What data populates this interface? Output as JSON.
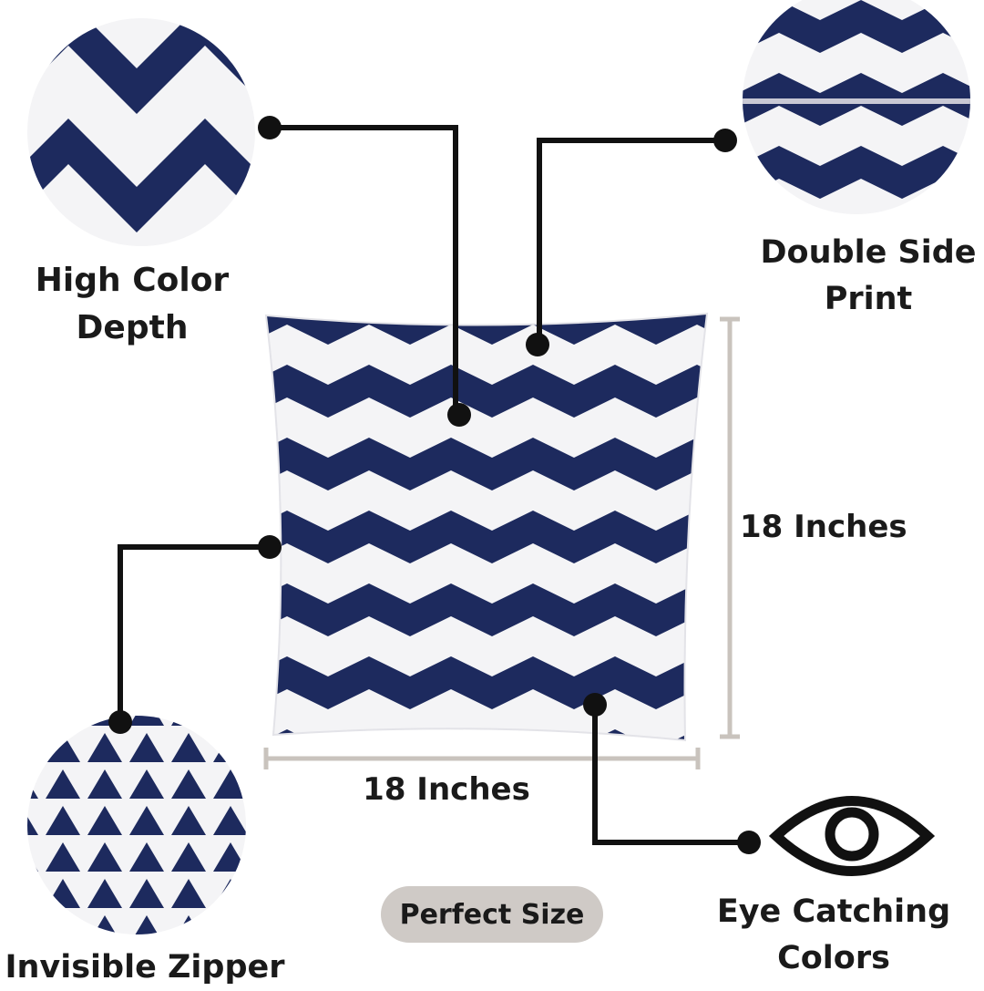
{
  "features": {
    "depth_line1": "High Color",
    "depth_line2": "Depth",
    "double_line1": "Double Side",
    "double_line2": "Print",
    "zipper": "Invisible Zipper",
    "eye_line1": "Eye Catching",
    "eye_line2": "Colors"
  },
  "dimensions": {
    "height_label": "18 Inches",
    "width_label": "18 Inches"
  },
  "badge": "Perfect Size",
  "colors": {
    "navy": "#1d2a5e",
    "white": "#f4f4f6",
    "callout_line": "#111111",
    "measure_line": "#c9c3bd",
    "badge_bg": "#cfcac6"
  },
  "icons": [
    "eye-icon"
  ]
}
